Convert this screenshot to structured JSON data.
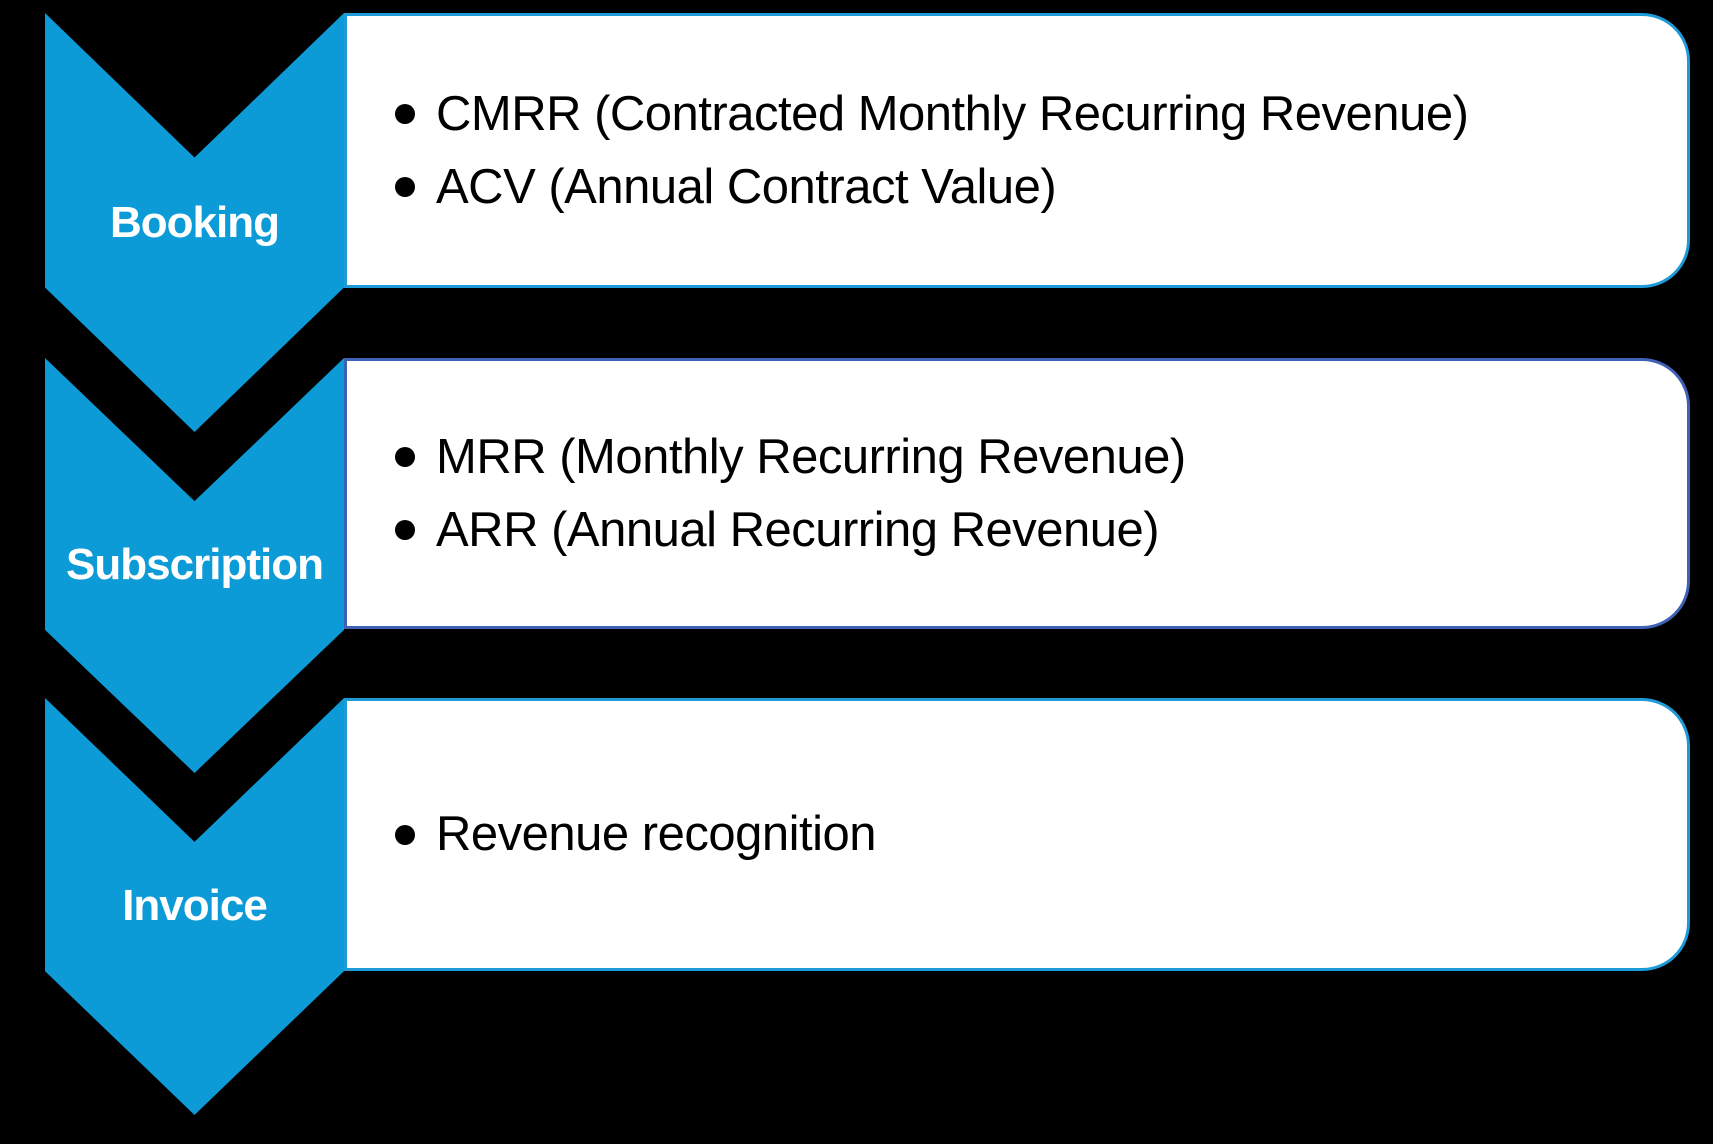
{
  "diagram": {
    "background_color": "#000000",
    "chevron_color": "#0D9BD8",
    "label_color": "#FFFFFF",
    "box_fill": "#FFFFFF",
    "bullet_text_color": "#000000",
    "stages": [
      {
        "label": "Booking",
        "box_border_color": "#1D9AD7",
        "bullets": [
          "CMRR (Contracted Monthly Recurring Revenue)",
          "ACV (Annual Contract Value)"
        ]
      },
      {
        "label": "Subscription",
        "box_border_color": "#3F62B7",
        "bullets": [
          "MRR (Monthly Recurring Revenue)",
          "ARR (Annual Recurring Revenue)"
        ]
      },
      {
        "label": "Invoice",
        "box_border_color": "#1D9AD7",
        "bullets": [
          "Revenue recognition"
        ]
      }
    ]
  }
}
